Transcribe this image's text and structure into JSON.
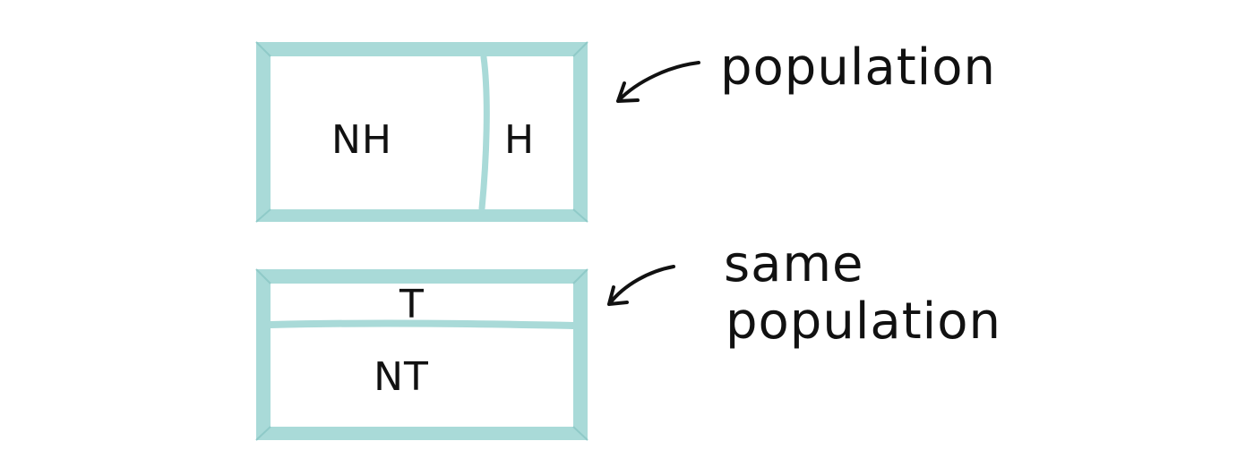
{
  "colors": {
    "frame": "#a9dad8",
    "frame_edge": "#8fcac8",
    "ink": "#111111",
    "background": "#ffffff"
  },
  "top_box": {
    "left_label": "NH",
    "right_label": "H"
  },
  "top_note": {
    "text": "population",
    "arrow_icon": "hand-drawn-arrow-left"
  },
  "bottom_box": {
    "top_label": "T",
    "bottom_label": "NT"
  },
  "bottom_note": {
    "line1": "same",
    "line2": "population",
    "arrow_icon": "hand-drawn-arrow-left"
  }
}
